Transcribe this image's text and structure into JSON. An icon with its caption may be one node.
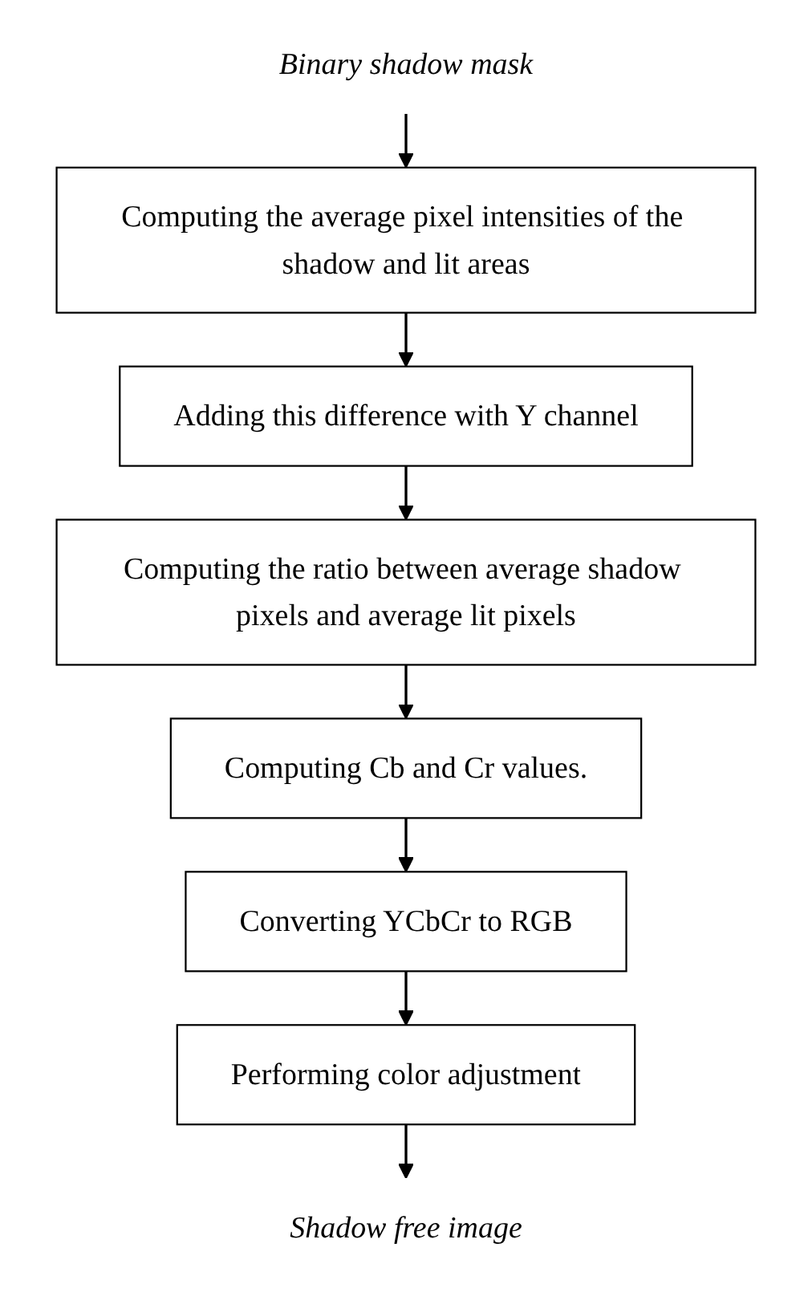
{
  "diagram": {
    "nodes": [
      {
        "text": [
          "Binary shadow mask"
        ]
      },
      {
        "text": [
          "Computing the average pixel intensities of the shadow and lit areas"
        ]
      },
      {
        "text": [
          "Adding this difference with Y channel"
        ]
      },
      {
        "text": [
          "Computing the ratio between average shadow pixels and average lit pixels"
        ]
      },
      {
        "text": [
          "Computing Cb and Cr values."
        ]
      },
      {
        "text": [
          "Converting YCbCr to RGB"
        ]
      },
      {
        "text": [
          "Performing color adjustment"
        ]
      },
      {
        "text": [
          "Shadow free image"
        ]
      }
    ],
    "edges": [
      {
        "from": 0,
        "to": 1,
        "arrow": "to"
      },
      {
        "from": 1,
        "to": 2,
        "arrow": "to"
      },
      {
        "from": 2,
        "to": 3,
        "arrow": "to"
      },
      {
        "from": 3,
        "to": 4,
        "arrow": "to"
      },
      {
        "from": 4,
        "to": 5,
        "arrow": "to"
      },
      {
        "from": 5,
        "to": 6,
        "arrow": "to"
      },
      {
        "from": 6,
        "to": 7,
        "arrow": "to"
      }
    ]
  }
}
